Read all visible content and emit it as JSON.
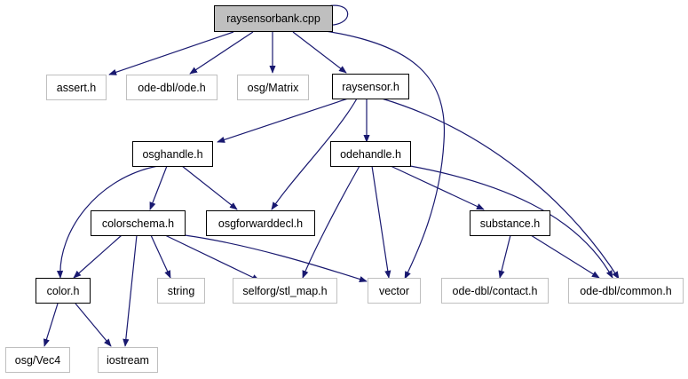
{
  "colors": {
    "edge": "#191970",
    "focus_fill": "#bfbfbf",
    "internal_border": "#000000",
    "external_border": "#bfbfbf"
  },
  "nodes": {
    "raysensorbank_cpp": "raysensorbank.cpp",
    "assert_h": "assert.h",
    "ode_dbl_ode_h": "ode-dbl/ode.h",
    "osg_matrix": "osg/Matrix",
    "raysensor_h": "raysensor.h",
    "osghandle_h": "osghandle.h",
    "odehandle_h": "odehandle.h",
    "colorschema_h": "colorschema.h",
    "osgforwarddecl_h": "osgforwarddecl.h",
    "substance_h": "substance.h",
    "color_h": "color.h",
    "string": "string",
    "selforg_stl_map_h": "selforg/stl_map.h",
    "vector": "vector",
    "ode_dbl_contact_h": "ode-dbl/contact.h",
    "ode_dbl_common_h": "ode-dbl/common.h",
    "osg_vec4": "osg/Vec4",
    "iostream": "iostream"
  }
}
